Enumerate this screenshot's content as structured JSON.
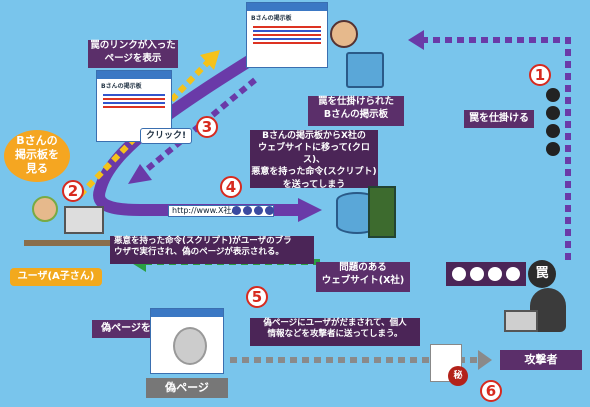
{
  "labels": {
    "trap_page_caption": "罠のリンクが入った\nページを表示",
    "click_label": "クリック!",
    "trapped_board": "罠を仕掛けられた\nBさんの掲示板",
    "set_trap": "罠を仕掛ける",
    "b_board": "Bさんの\n掲示板を\n見る",
    "move_caption": "Bさんの掲示板からX社の\nウェブサイトに移って(クロス)、\n悪意を持った命令(スクリプト)\nを送ってしまう",
    "url_text": "http://www.X社/",
    "script_exec": "悪意を持った命令(スクリプト)がユーザのブラ\nウザで実行され、偽のページが表示される。",
    "problem_site": "問題のある\nウェブサイト(X社)",
    "user": "ユーザ(A子さん)",
    "attacker": "攻撃者",
    "trap_char": "罠",
    "fake_show": "偽ページを表示",
    "fake_page": "偽ページ",
    "fooled": "偽ページにユーザがだまされて、個人\n情報などを攻撃者に送ってしまう。",
    "secret": "秘",
    "screen_title_b": "Bさんの掲示板",
    "screen_title_small": "Bさんの掲示板"
  },
  "steps": [
    "1",
    "2",
    "3",
    "4",
    "5",
    "6"
  ],
  "icons": [
    "skull-icon",
    "trap-icon",
    "document-icon",
    "user-icon",
    "server-icon",
    "attacker-icon",
    "fake-page-icon"
  ],
  "colors": {
    "background": "#79c5ec",
    "box": "#5b2f6a",
    "arrow_purple": "#6a3aa8",
    "arrow_green": "#2aa043",
    "arrow_yellow": "#f4c21a",
    "arrow_grey": "#8a8a8a",
    "step_red": "#d72a1f",
    "user_label": "#f2a91d"
  }
}
